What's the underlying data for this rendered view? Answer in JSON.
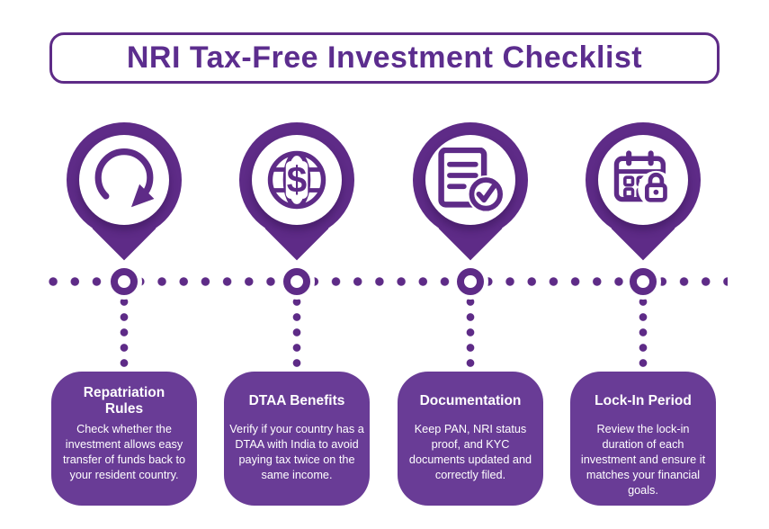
{
  "title": "NRI Tax-Free Investment Checklist",
  "colors": {
    "primary": "#5e2b87",
    "card_background": "#693c96",
    "title_text": "#5c2d8e",
    "background": "#ffffff",
    "card_text": "#ffffff"
  },
  "steps": [
    {
      "icon": "rotate-arrow-icon",
      "title": "Repatriation Rules",
      "description": "Check whether the investment allows easy transfer of funds back to your resident country."
    },
    {
      "icon": "globe-dollar-icon",
      "icon_symbol": "$",
      "title": "DTAA Benefits",
      "description": "Verify if your country has a DTAA with India to avoid paying tax twice on the same income."
    },
    {
      "icon": "document-check-icon",
      "title": "Documentation",
      "description": "Keep PAN, NRI status proof, and KYC documents updated and correctly filed."
    },
    {
      "icon": "calendar-lock-icon",
      "title": "Lock-In Period",
      "description": "Review the lock-in duration of each investment and ensure it matches your financial goals."
    }
  ]
}
